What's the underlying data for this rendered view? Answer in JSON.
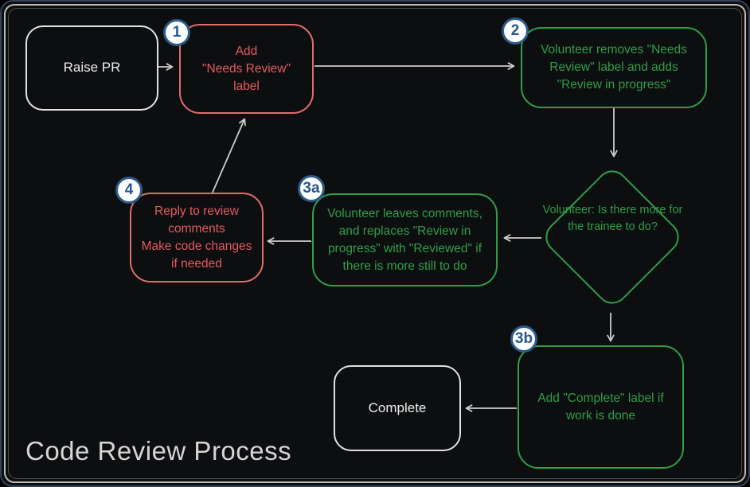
{
  "title": "Code Review Process",
  "colors": {
    "background": "#0d0e10",
    "red_accent": "#e25a60",
    "green_accent": "#2f9e48",
    "badge_blue": "#2d5a88",
    "arrow_gray": "#cdcdcd",
    "neutral_box": "#e2e2e2"
  },
  "nodes": {
    "raise_pr": {
      "label": "Raise PR"
    },
    "step1": {
      "badge": "1",
      "lines": [
        "Add",
        "\"Needs Review\"",
        "label"
      ]
    },
    "step2": {
      "badge": "2",
      "lines": [
        "Volunteer removes \"Needs",
        "Review\" label and adds",
        "\"Review in progress\""
      ]
    },
    "decision": {
      "lines": [
        "Volunteer:",
        "Is there more for",
        "the trainee to do?"
      ]
    },
    "step3a": {
      "badge": "3a",
      "lines": [
        "Volunteer leaves comments,",
        "and replaces \"Review in",
        "progress\" with \"Reviewed\" if",
        "there is more still to do"
      ]
    },
    "step4": {
      "badge": "4",
      "lines": [
        "Reply to review",
        "comments",
        "Make code changes",
        "if needed"
      ]
    },
    "step3b": {
      "badge": "3b",
      "lines": [
        "Add \"Complete\" label if",
        "work is done"
      ]
    },
    "complete": {
      "label": "Complete"
    }
  },
  "edges": [
    {
      "from": "raise_pr",
      "to": "step1"
    },
    {
      "from": "step1",
      "to": "step2"
    },
    {
      "from": "step2",
      "to": "decision"
    },
    {
      "from": "decision",
      "to": "step3a"
    },
    {
      "from": "step3a",
      "to": "step4"
    },
    {
      "from": "step4",
      "to": "step1"
    },
    {
      "from": "decision",
      "to": "step3b"
    },
    {
      "from": "step3b",
      "to": "complete"
    }
  ]
}
